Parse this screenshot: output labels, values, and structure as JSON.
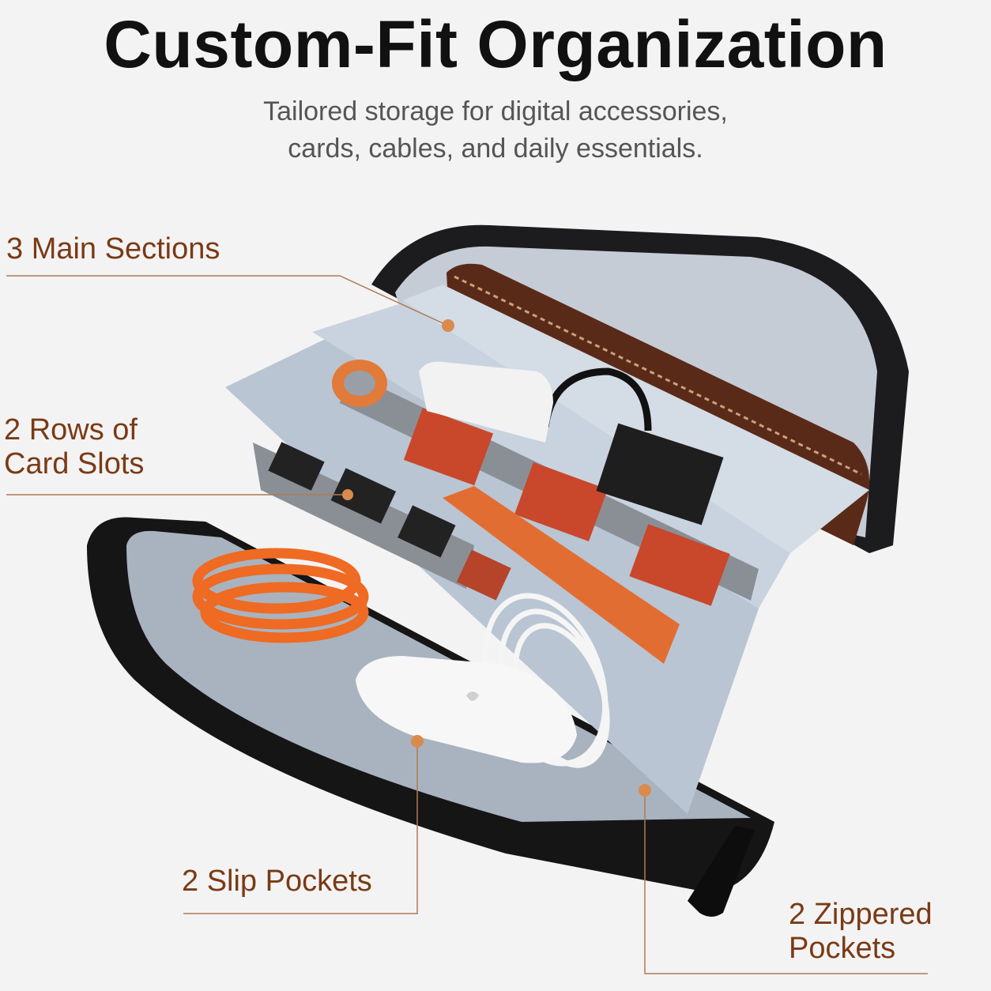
{
  "header": {
    "title": "Custom-Fit Organization",
    "subtitle_line1": "Tailored storage for digital accessories,",
    "subtitle_line2": "cards, cables, and daily essentials."
  },
  "callouts": {
    "main_sections": "3 Main Sections",
    "card_slots_line1": "2 Rows of",
    "card_slots_line2": "Card Slots",
    "slip_pockets": "2 Slip Pockets",
    "zippered_line1": "2 Zippered",
    "zippered_line2": "Pockets"
  },
  "colors": {
    "callout_text": "#7a3a14",
    "callout_line": "#b07a55",
    "callout_dot": "#d98b4e",
    "bag_shell": "#1c1c1e",
    "lining": "#b8c2ce"
  }
}
